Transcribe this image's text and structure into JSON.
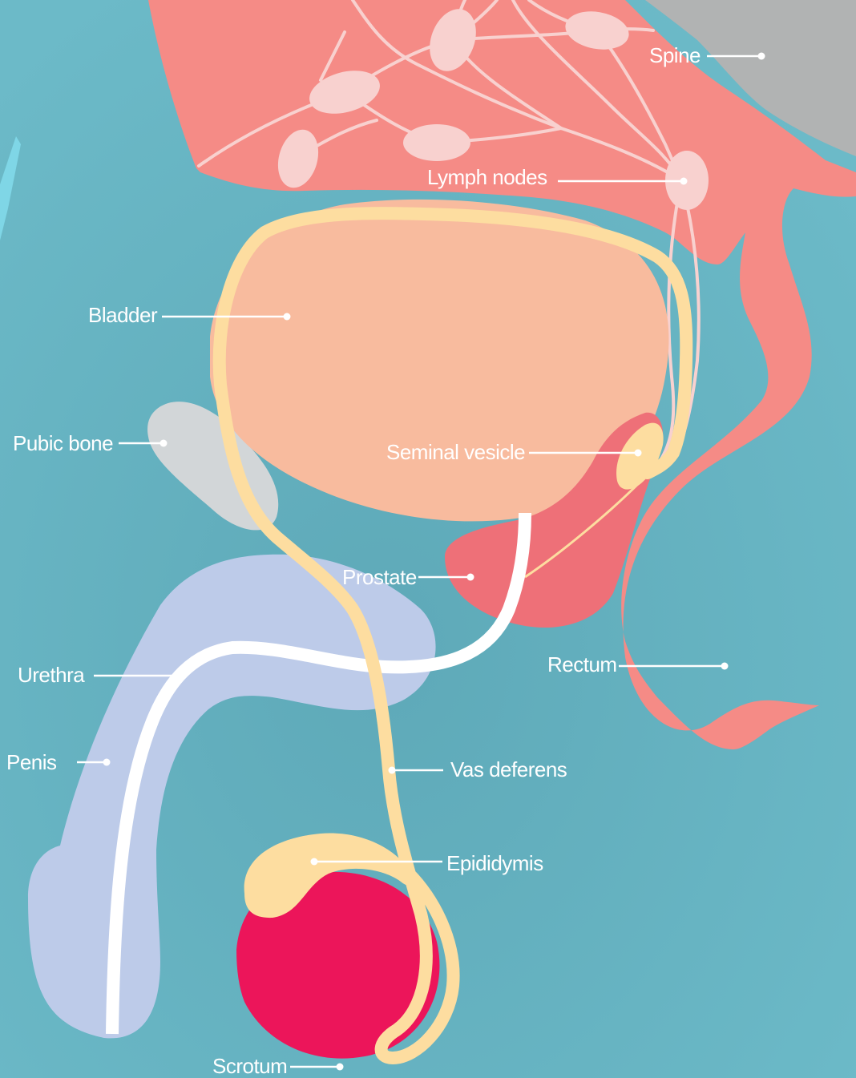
{
  "colors": {
    "background": "#6ab8c6",
    "background_dark": "#5aa7b6",
    "rectum": "#f58b86",
    "lymph_vessel": "#f8d1cf",
    "spine": "#b1b3b3",
    "bladder": "#f8bb9e",
    "vas_deferens": "#fddda0",
    "pubic_bone": "#d2d6d8",
    "prostate": "#ee7078",
    "penis": "#bdcbe9",
    "urethra": "#ffffff",
    "testis": "#ec155a",
    "label_text": "#ffffff"
  },
  "labels": {
    "spine": "Spine",
    "lymph_nodes": "Lymph nodes",
    "bladder": "Bladder",
    "pubic_bone": "Pubic bone",
    "seminal_vesicle": "Seminal vesicle",
    "prostate": "Prostate",
    "rectum": "Rectum",
    "urethra": "Urethra",
    "penis": "Penis",
    "vas_deferens": "Vas deferens",
    "epididymis": "Epididymis",
    "scrotum": "Scrotum"
  }
}
